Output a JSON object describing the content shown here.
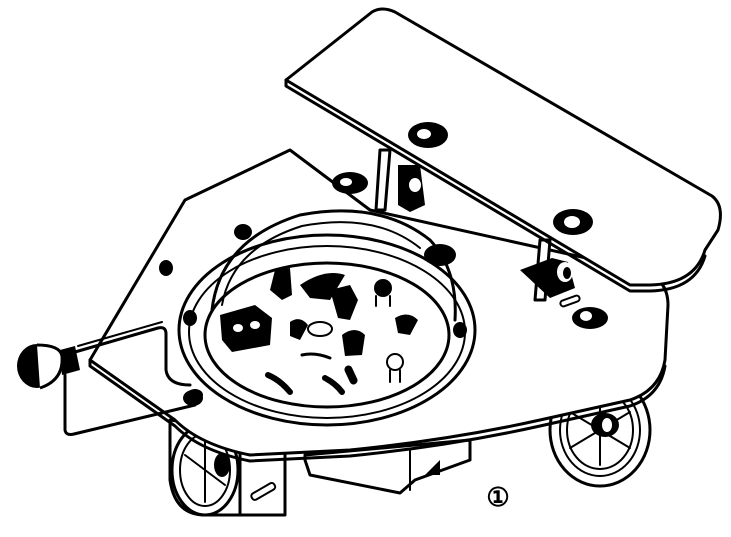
{
  "figure": {
    "subject": "wheeled robot with transparent dome, raised top panel, front sensor arm and wheels",
    "style": "black-and-white line drawing",
    "colors": {
      "ink": "#000000",
      "paper": "#ffffff"
    },
    "label": {
      "text": "①",
      "meaning": "figure number 1"
    }
  }
}
